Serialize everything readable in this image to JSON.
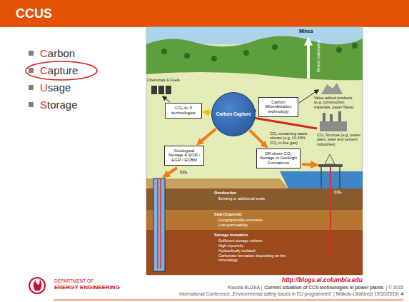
{
  "diagram": {
    "title": "CCUS",
    "caption": "http://blogs.ei.columbia.edu",
    "nodes": [
      {
        "text": [
          "Carbon Capture"
        ]
      },
      {
        "text": [
          "CO₂-to-X technologies"
        ]
      },
      {
        "text": [
          "Carbon Mineralization technology"
        ]
      },
      {
        "text": [
          "Geological Storage & EOR / EGR / ECBM"
        ]
      },
      {
        "text": [
          "Off-shore CO₂ Storage in Geologic Formations"
        ]
      }
    ],
    "edges": [
      {
        "from": 0,
        "to": 1,
        "arrow": "to"
      },
      {
        "from": 0,
        "to": 2,
        "arrow": "to"
      },
      {
        "from": 0,
        "to": 3,
        "arrow": "to"
      },
      {
        "from": 0,
        "to": 4,
        "arrow": "to"
      }
    ],
    "labels": [
      "Carbon",
      "Capture",
      "Usage",
      "Storage",
      "Mines",
      "Mineral Carbonation",
      "Chemicals & Fuels",
      "Value-added products (e.g. construction materials, paper fillers)",
      "CO₂ Sources (e.g. power plant, steel and cement industries)",
      "CO₂ containing waste stream (e.g. 10-15% CO₂ in flue gas)",
      "CO₂",
      "CO₂",
      "Overburden",
      "Existing or additional seals",
      "Seal (Caprock)",
      "Geographically extensive",
      "Low permeability",
      "Storage formation",
      "Sufficient storage volume",
      "High injectivity",
      "Hydraulically isolated",
      "Carbonate formation depending on the mineralogy",
      "DEPARTMENT OF",
      "ENERGY ENGINEERING",
      "Klaudia BUZEA |",
      "Current situation of CCS technologies in power plants",
      "| © 2015",
      "International Conference „Environmental safety issues in EU programmes” | Miskolc-Lillafüred| 19/10/2015|",
      "4"
    ]
  }
}
